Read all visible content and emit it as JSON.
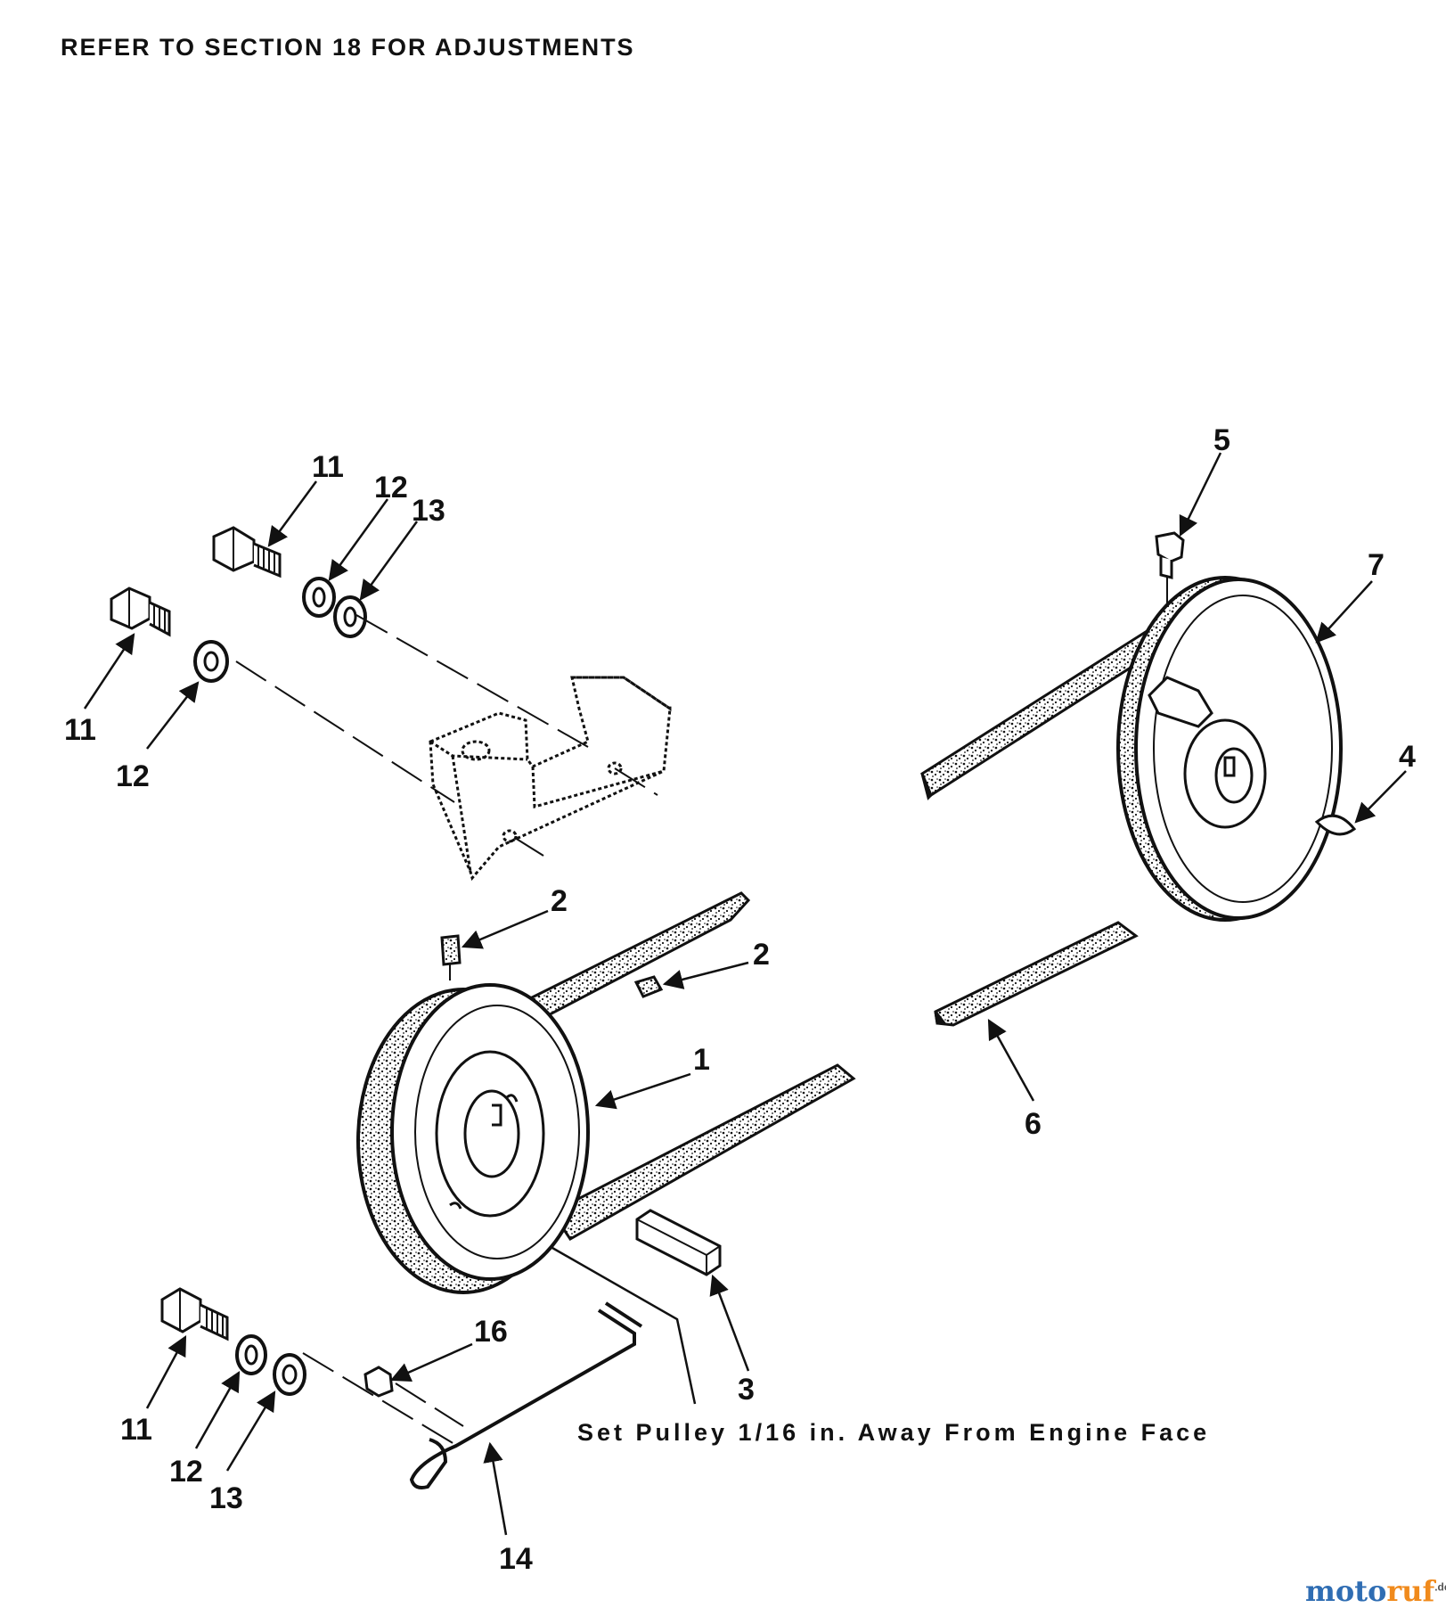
{
  "header": {
    "text": "REFER TO SECTION 18 FOR ADJUSTMENTS"
  },
  "note": {
    "text": "Set Pulley 1/16 in. Away From Engine Face"
  },
  "watermark": {
    "part1": "moto",
    "part2": "ruf",
    "suffix": ".de"
  },
  "callouts": {
    "c1": "1",
    "c2a": "2",
    "c2b": "2",
    "c3": "3",
    "c4": "4",
    "c5": "5",
    "c6": "6",
    "c7": "7",
    "c11a": "11",
    "c11b": "11",
    "c11c": "11",
    "c12a": "12",
    "c12b": "12",
    "c12c": "12",
    "c13a": "13",
    "c13b": "13",
    "c14": "14",
    "c16": "16"
  },
  "colors": {
    "ink": "#111111",
    "paper": "#ffffff",
    "speckle": "#555555"
  }
}
